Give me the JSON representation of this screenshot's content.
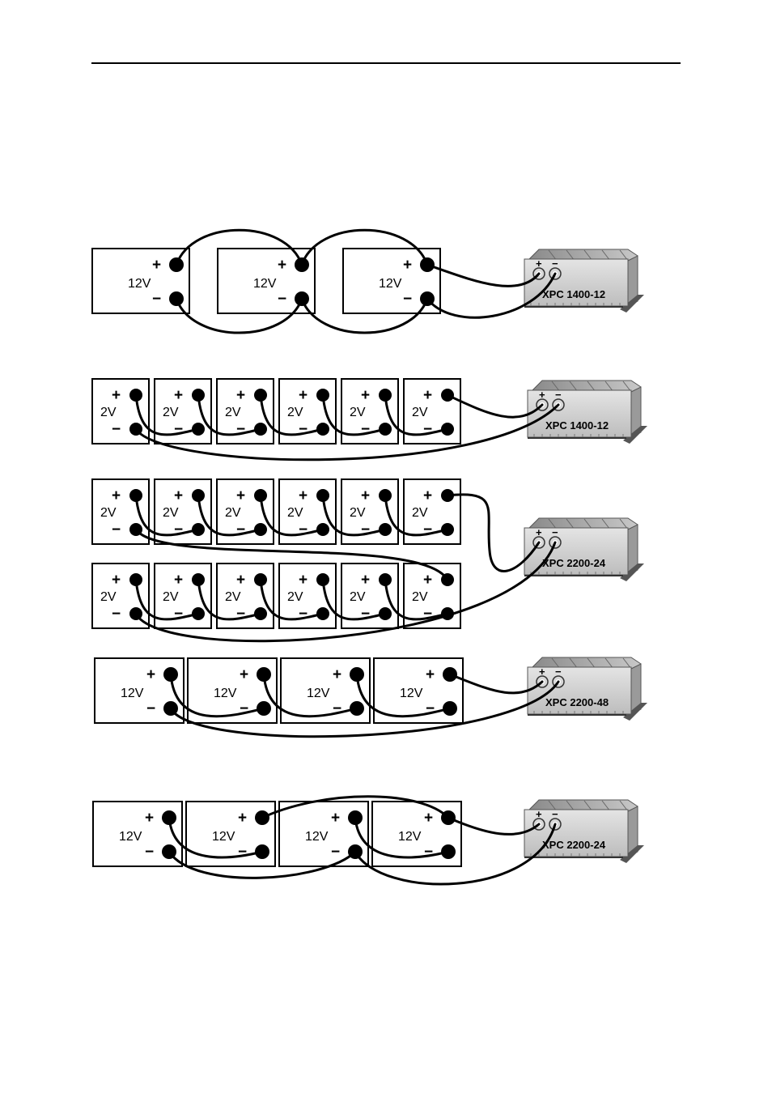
{
  "rows": [
    {
      "id": "row1",
      "cells": [
        "12V",
        "12V",
        "12V"
      ],
      "charger": "XPC 1400-12"
    },
    {
      "id": "row2",
      "cells": [
        "2V",
        "2V",
        "2V",
        "2V",
        "2V",
        "2V"
      ],
      "charger": "XPC 1400-12"
    },
    {
      "id": "row3a",
      "cells": [
        "2V",
        "2V",
        "2V",
        "2V",
        "2V",
        "2V"
      ]
    },
    {
      "id": "row3b",
      "cells": [
        "2V",
        "2V",
        "2V",
        "2V",
        "2V",
        "2V"
      ],
      "charger": "XPC 2200-24"
    },
    {
      "id": "row4",
      "cells": [
        "12V",
        "12V",
        "12V",
        "12V"
      ],
      "charger": "XPC 2200-48"
    },
    {
      "id": "row5",
      "cells": [
        "12V",
        "12V",
        "12V",
        "12V"
      ],
      "charger": "XPC 2200-24"
    }
  ],
  "symbols": {
    "plus": "+",
    "minus": "−"
  }
}
